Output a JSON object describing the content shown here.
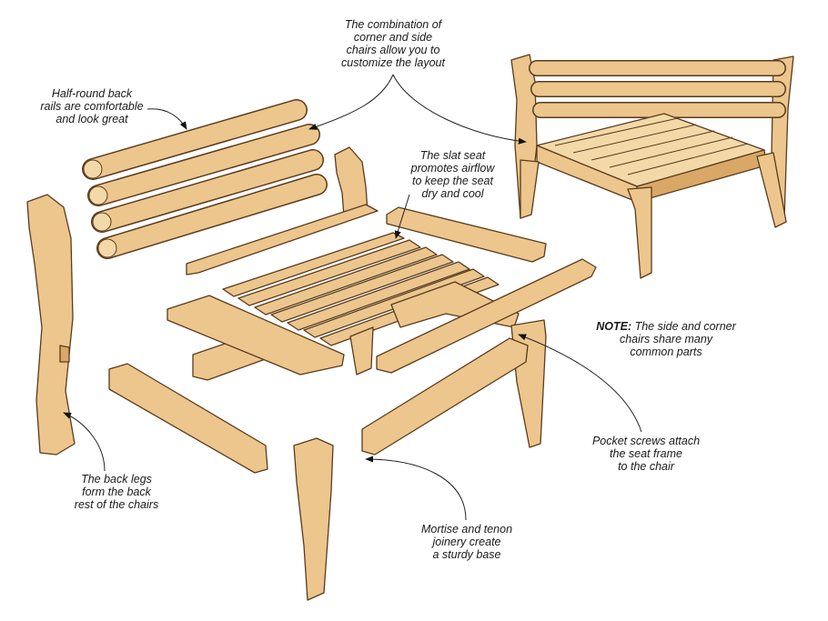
{
  "callouts": {
    "combination": [
      "The combination of",
      "corner and side",
      "chairs allow you to",
      "customize the layout"
    ],
    "back_rails": [
      "Half-round back",
      "rails are comfortable",
      "and look great"
    ],
    "slat_seat": [
      "The slat seat",
      "promotes airflow",
      "to keep the seat",
      "dry and cool"
    ],
    "note": {
      "head": "NOTE:",
      "lines": [
        "The side and corner",
        "chairs share many",
        "common parts"
      ]
    },
    "pocket_screws": [
      "Pocket screws attach",
      "the seat frame",
      "to the chair"
    ],
    "back_legs": [
      "The back legs",
      "form the back",
      "rest of the chairs"
    ],
    "mortise": [
      "Mortise and tenon",
      "joinery create",
      "a sturdy base"
    ]
  },
  "colors": {
    "wood": "#ecc68c",
    "outline": "#5a3b1e",
    "text": "#1a1a1a"
  }
}
